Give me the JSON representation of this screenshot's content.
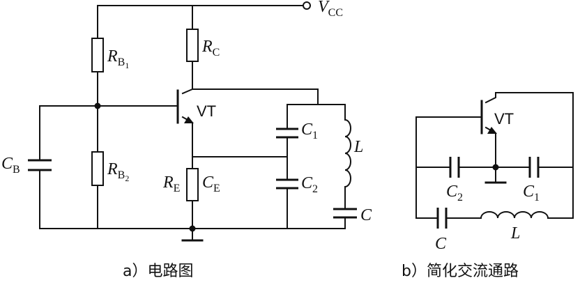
{
  "circuit_a": {
    "caption": "a）电路图",
    "labels": {
      "vcc_main": "V",
      "vcc_sub": "CC",
      "rb1_main": "R",
      "rb1_sub": "B",
      "rb1_idx": "1",
      "rb2_main": "R",
      "rb2_sub": "B",
      "rb2_idx": "2",
      "rc_main": "R",
      "rc_sub": "C",
      "re_main": "R",
      "re_sub": "E",
      "ce_main": "C",
      "ce_sub": "E",
      "cb_main": "C",
      "cb_sub": "B",
      "vt": "VT",
      "c1_main": "C",
      "c1_sub": "1",
      "c2_main": "C",
      "c2_sub": "2",
      "l": "L",
      "c": "C"
    }
  },
  "circuit_b": {
    "caption": "b）简化交流通路",
    "labels": {
      "vt": "VT",
      "c2_main": "C",
      "c2_sub": "2",
      "c1_main": "C",
      "c1_sub": "1",
      "c": "C",
      "l": "L"
    }
  }
}
